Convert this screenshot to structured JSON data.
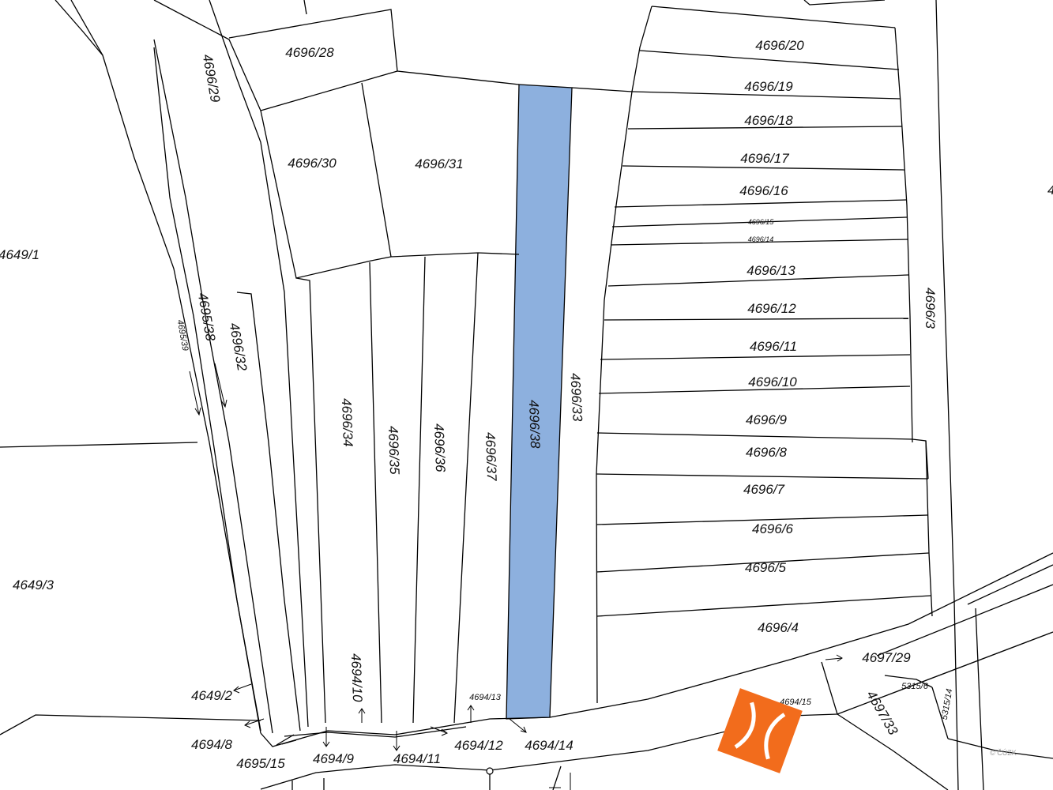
{
  "map": {
    "highlight_color": "#8db0de",
    "highlighted_parcel": "4696/38",
    "parcels": [
      {
        "id": "p-4696-28",
        "label": "4696/28"
      },
      {
        "id": "p-4696-29",
        "label": "4696/29"
      },
      {
        "id": "p-4696-30",
        "label": "4696/30"
      },
      {
        "id": "p-4696-31",
        "label": "4696/31"
      },
      {
        "id": "p-4696-32",
        "label": "4696/32"
      },
      {
        "id": "p-4696-33",
        "label": "4696/33"
      },
      {
        "id": "p-4696-34",
        "label": "4696/34"
      },
      {
        "id": "p-4696-35",
        "label": "4696/35"
      },
      {
        "id": "p-4696-36",
        "label": "4696/36"
      },
      {
        "id": "p-4696-37",
        "label": "4696/37"
      },
      {
        "id": "p-4696-38",
        "label": "4696/38"
      },
      {
        "id": "p-4695-38",
        "label": "4695/38"
      },
      {
        "id": "p-4695-39",
        "label": "4695/39"
      },
      {
        "id": "p-4696-20",
        "label": "4696/20"
      },
      {
        "id": "p-4696-19",
        "label": "4696/19"
      },
      {
        "id": "p-4696-18",
        "label": "4696/18"
      },
      {
        "id": "p-4696-17",
        "label": "4696/17"
      },
      {
        "id": "p-4696-16",
        "label": "4696/16"
      },
      {
        "id": "p-4696-15",
        "label": "4696/15"
      },
      {
        "id": "p-4696-14",
        "label": "4696/14"
      },
      {
        "id": "p-4696-13",
        "label": "4696/13"
      },
      {
        "id": "p-4696-12",
        "label": "4696/12"
      },
      {
        "id": "p-4696-11",
        "label": "4696/11"
      },
      {
        "id": "p-4696-10",
        "label": "4696/10"
      },
      {
        "id": "p-4696-9",
        "label": "4696/9"
      },
      {
        "id": "p-4696-8",
        "label": "4696/8"
      },
      {
        "id": "p-4696-7",
        "label": "4696/7"
      },
      {
        "id": "p-4696-6",
        "label": "4696/6"
      },
      {
        "id": "p-4696-5",
        "label": "4696/5"
      },
      {
        "id": "p-4696-4",
        "label": "4696/4"
      },
      {
        "id": "p-4696-3",
        "label": "4696/3"
      },
      {
        "id": "p-4649-1",
        "label": "4649/1"
      },
      {
        "id": "p-4649-3",
        "label": "4649/3"
      },
      {
        "id": "p-4649-2",
        "label": "4649/2"
      },
      {
        "id": "p-4694-8",
        "label": "4694/8"
      },
      {
        "id": "p-4695-15",
        "label": "4695/15"
      },
      {
        "id": "p-4694-9",
        "label": "4694/9"
      },
      {
        "id": "p-4694-10",
        "label": "4694/10"
      },
      {
        "id": "p-4694-11",
        "label": "4694/11"
      },
      {
        "id": "p-4694-12",
        "label": "4694/12"
      },
      {
        "id": "p-4694-13",
        "label": "4694/13"
      },
      {
        "id": "p-4694-14",
        "label": "4694/14"
      },
      {
        "id": "p-4694-15",
        "label": "4694/15"
      },
      {
        "id": "p-4697-29",
        "label": "4697/29"
      },
      {
        "id": "p-4697-33",
        "label": "4697/33"
      },
      {
        "id": "p-5315-6",
        "label": "5315/6"
      },
      {
        "id": "p-5315-14",
        "label": "5315/14"
      },
      {
        "id": "p-edge-4",
        "label": "4"
      }
    ]
  },
  "logo": {
    "name": "orange-realty-logo",
    "color": "#f26c1c",
    "icon": "stylized-X-logo-icon"
  },
  "watermark": {
    "text": "© ČÚZK"
  }
}
